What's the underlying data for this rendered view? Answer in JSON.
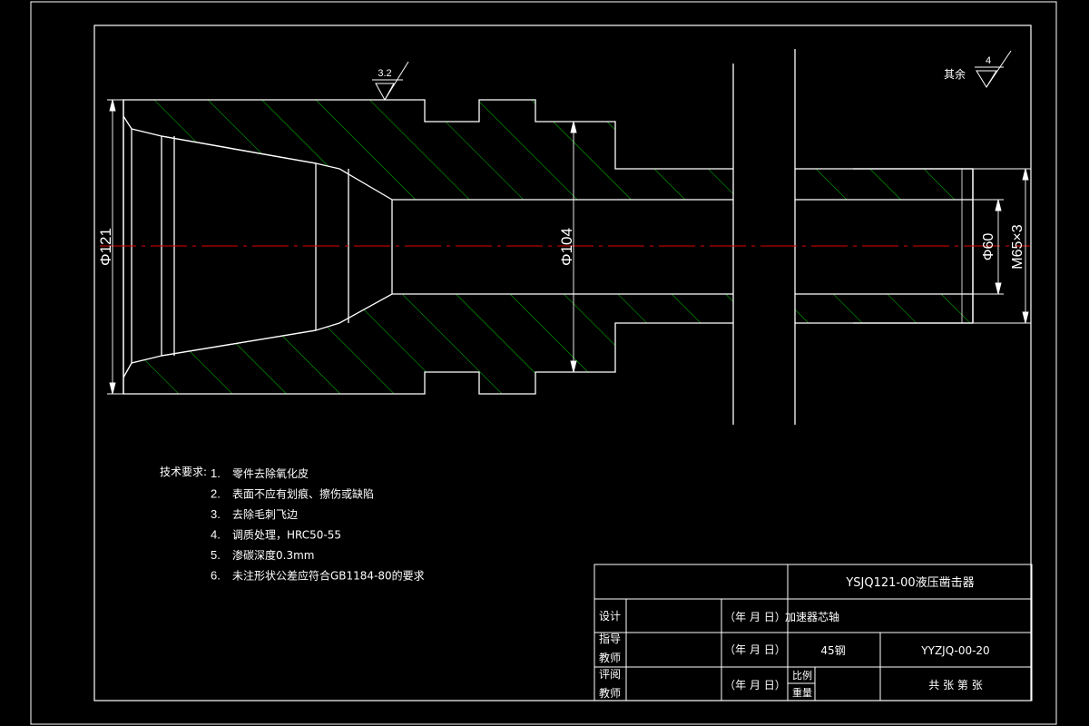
{
  "dimensions": {
    "outer_dia": "Φ121",
    "mid_dia": "Φ104",
    "bore_dia": "Φ60",
    "thread": "M65×3"
  },
  "roughness": {
    "main_value": "3.2",
    "rest_label": "其余",
    "rest_value": "4"
  },
  "tech_requirements": {
    "title": "技术要求:",
    "items": [
      {
        "num": "1.",
        "text": "零件去除氧化皮"
      },
      {
        "num": "2.",
        "text": "表面不应有划痕、擦伤或缺陷"
      },
      {
        "num": "3.",
        "text": "去除毛刺飞边"
      },
      {
        "num": "4.",
        "text": "调质处理，HRC50-55"
      },
      {
        "num": "5.",
        "text": "渗碳深度0.3mm"
      },
      {
        "num": "6.",
        "text": "未注形状公差应符合GB1184-80的要求"
      }
    ]
  },
  "title_block": {
    "project": "YSJQ121-00液压凿击器",
    "row_design_label": "设计",
    "row_guide_label_1": "指导",
    "row_guide_label_2": "教师",
    "row_review_label_1": "评阅",
    "row_review_label_2": "教师",
    "date_1": "（年 月 日）",
    "date_2": "（年 月 日）",
    "date_3": "（年 月 日）",
    "part_name": "加速器芯轴",
    "material": "45钢",
    "drawing_no": "YYZJQ-00-20",
    "scale_label": "比例",
    "weight_label": "重量",
    "sheets": "共 张 第 张"
  },
  "colors": {
    "background": "#000000",
    "lines": "#ffffff",
    "hatch": "#00c800",
    "centerline": "#e00000"
  }
}
